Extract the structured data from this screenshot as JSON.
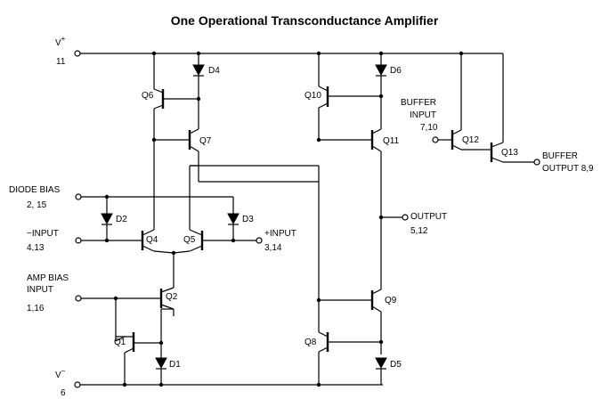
{
  "title": "One Operational Transconductance Amplifier",
  "pins": {
    "vplus_name": "V",
    "vplus_sup": "+",
    "vplus_num": "11",
    "vminus_name": "V",
    "vminus_sup": "−",
    "vminus_num": "6",
    "diode_bias": "DIODE BIAS",
    "diode_bias_num": "2, 15",
    "minus_input": "−INPUT",
    "minus_input_num": "4,13",
    "plus_input": "+INPUT",
    "plus_input_num": "3,14",
    "amp_bias_1": "AMP BIAS",
    "amp_bias_2": "INPUT",
    "amp_bias_num": "1,16",
    "buffer_input_1": "BUFFER",
    "buffer_input_2": "INPUT",
    "buffer_input_num": "7,10",
    "output": "OUTPUT",
    "output_num": "5,12",
    "buffer_output_1": "BUFFER",
    "buffer_output_2": "OUTPUT 8,9"
  },
  "components": {
    "D1": "D1",
    "D2": "D2",
    "D3": "D3",
    "D4": "D4",
    "D5": "D5",
    "D6": "D6",
    "Q1": "Q1",
    "Q2": "Q2",
    "Q4": "Q4",
    "Q5": "Q5",
    "Q6": "Q6",
    "Q7": "Q7",
    "Q8": "Q8",
    "Q9": "Q9",
    "Q10": "Q10",
    "Q11": "Q11",
    "Q12": "Q12",
    "Q13": "Q13"
  }
}
